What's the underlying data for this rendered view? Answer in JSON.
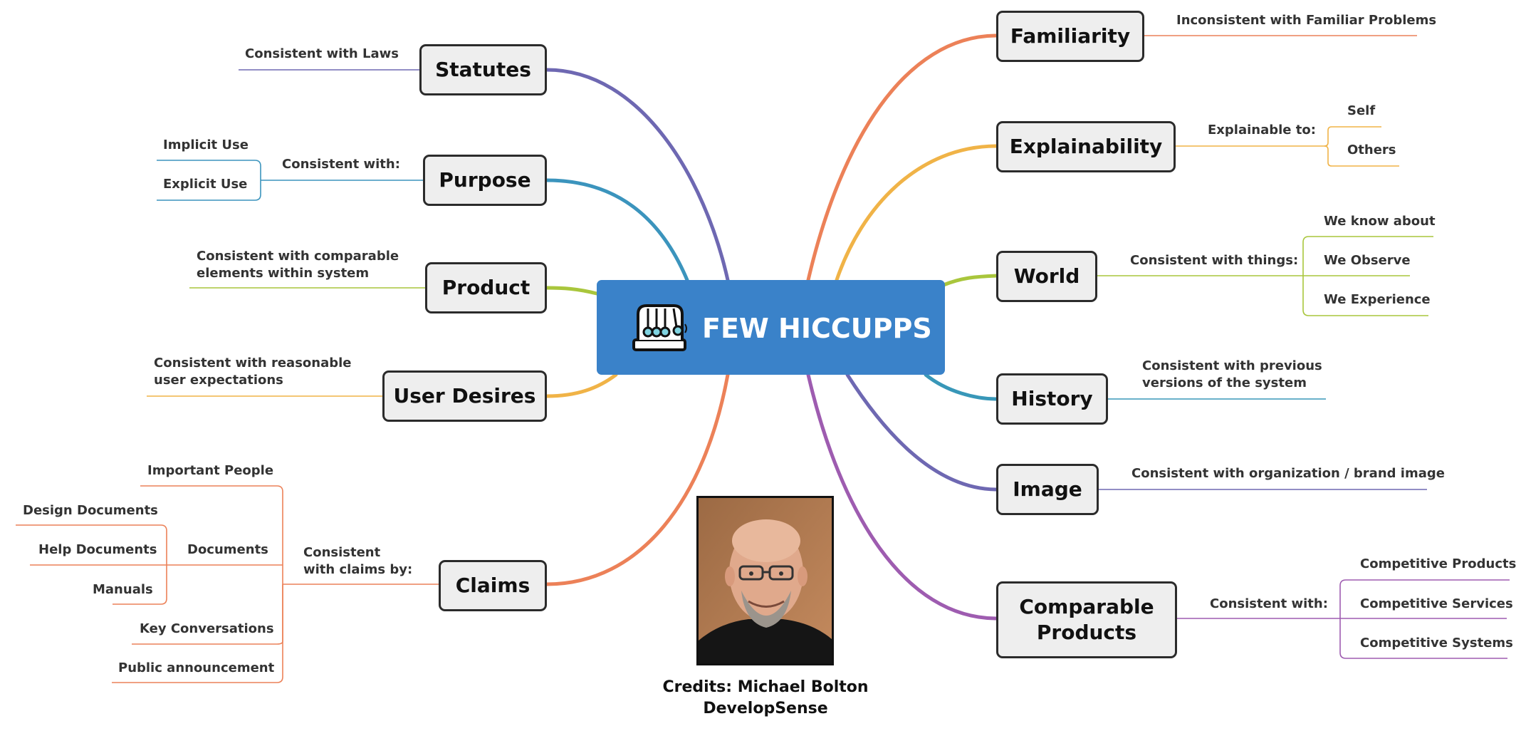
{
  "center": {
    "title": "FEW HICCUPPS"
  },
  "colors": {
    "familiarity": "#ec8158",
    "explainability": "#f0b347",
    "world": "#a9c63c",
    "history": "#3897b8",
    "image": "#6e68b2",
    "comparable": "#9e5cb0",
    "statutes": "#6e68b2",
    "purpose": "#3b94bd",
    "product": "#a9c63c",
    "user_desires": "#f0b347",
    "claims": "#ec8158",
    "center_fill": "#3a82c9"
  },
  "left": {
    "statutes": {
      "label": "Statutes",
      "children": [
        "Consistent with Laws"
      ]
    },
    "purpose": {
      "label": "Purpose",
      "sub": "Consistent with:",
      "children": [
        "Implicit Use",
        "Explicit Use"
      ]
    },
    "product": {
      "label": "Product",
      "line1": "Consistent with comparable",
      "line2": "elements within system"
    },
    "user_desires": {
      "label": "User Desires",
      "line1": "Consistent with reasonable",
      "line2": "user expectations"
    },
    "claims": {
      "label": "Claims",
      "sub_line1": "Consistent",
      "sub_line2": "with claims by:",
      "children": [
        "Important People",
        "Documents",
        "Key Conversations",
        "Public announcement"
      ],
      "documents_children": [
        "Design Documents",
        "Help Documents",
        "Manuals"
      ]
    }
  },
  "right": {
    "familiarity": {
      "label": "Familiarity",
      "children": [
        "Inconsistent with Familiar Problems"
      ]
    },
    "explainability": {
      "label": "Explainability",
      "sub": "Explainable to:",
      "children": [
        "Self",
        "Others"
      ]
    },
    "world": {
      "label": "World",
      "sub": "Consistent with things:",
      "children": [
        "We know about",
        "We Observe",
        "We Experience"
      ]
    },
    "history": {
      "label": "History",
      "line1": "Consistent with previous",
      "line2": "versions of the system"
    },
    "image": {
      "label": "Image",
      "children": [
        "Consistent with organization / brand image"
      ]
    },
    "comparable": {
      "label_line1": "Comparable",
      "label_line2": "Products",
      "sub": "Consistent with:",
      "children": [
        "Competitive Products",
        "Competitive Services",
        "Competitive Systems"
      ]
    }
  },
  "credits": {
    "line1": "Credits: Michael Bolton",
    "line2": "DevelopSense"
  }
}
